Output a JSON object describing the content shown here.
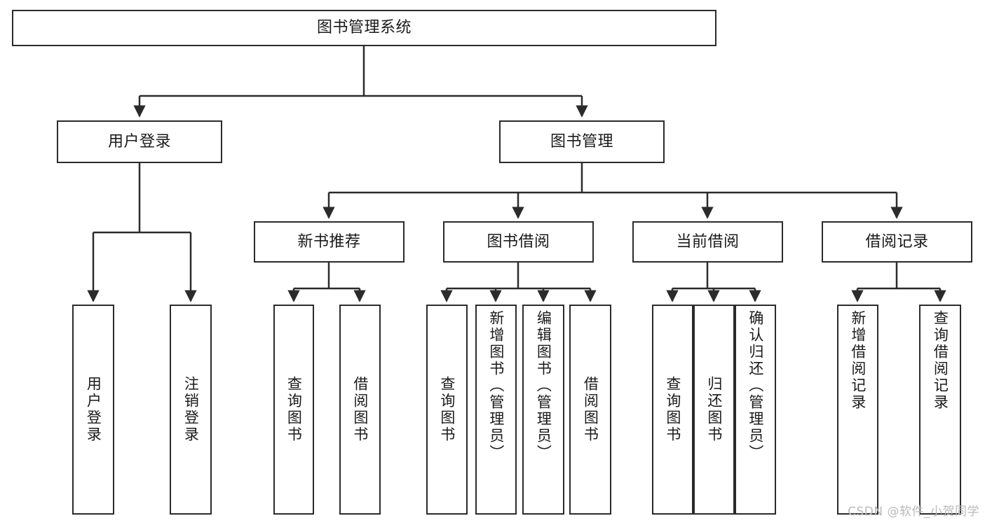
{
  "diagram": {
    "title": "图书管理系统",
    "type": "hierarchy-tree",
    "watermark": "CSDN @软件_小贺同学",
    "colors": {
      "box_border": "#2b2b2b",
      "box_fill": "#ffffff",
      "edge": "#2b2b2b",
      "text": "#1a1a1a",
      "watermark": "#b9b9b9",
      "background": "#ffffff"
    },
    "root": {
      "id": "root",
      "label": "图书管理系统"
    },
    "level2": [
      {
        "id": "user-login",
        "label": "用户登录"
      },
      {
        "id": "book-manage",
        "label": "图书管理"
      }
    ],
    "level3": [
      {
        "id": "new-book-recommend",
        "label": "新书推荐",
        "parent": "book-manage"
      },
      {
        "id": "book-borrow",
        "label": "图书借阅",
        "parent": "book-manage"
      },
      {
        "id": "current-borrow",
        "label": "当前借阅",
        "parent": "book-manage"
      },
      {
        "id": "borrow-record",
        "label": "借阅记录",
        "parent": "book-manage"
      }
    ],
    "leaves": [
      {
        "id": "leaf-user-login",
        "label": "用户登录",
        "parent": "user-login"
      },
      {
        "id": "leaf-user-logout",
        "label": "注销登录",
        "parent": "user-login"
      },
      {
        "id": "leaf-query-book-1",
        "label": "查询图书",
        "parent": "new-book-recommend"
      },
      {
        "id": "leaf-borrow-book-1",
        "label": "借阅图书",
        "parent": "new-book-recommend"
      },
      {
        "id": "leaf-query-book-2",
        "label": "查询图书",
        "parent": "book-borrow"
      },
      {
        "id": "leaf-add-book",
        "label": "新增图书（管理员）",
        "parent": "book-borrow"
      },
      {
        "id": "leaf-edit-book",
        "label": "编辑图书（管理员）",
        "parent": "book-borrow"
      },
      {
        "id": "leaf-borrow-book-2",
        "label": "借阅图书",
        "parent": "book-borrow"
      },
      {
        "id": "leaf-query-book-3",
        "label": "查询图书",
        "parent": "current-borrow"
      },
      {
        "id": "leaf-return-book",
        "label": "归还图书",
        "parent": "current-borrow"
      },
      {
        "id": "leaf-confirm-return",
        "label": "确认归还（管理员）",
        "parent": "current-borrow"
      },
      {
        "id": "leaf-add-record",
        "label": "新增借阅记录",
        "parent": "borrow-record"
      },
      {
        "id": "leaf-query-record",
        "label": "查询借阅记录",
        "parent": "borrow-record"
      }
    ]
  }
}
